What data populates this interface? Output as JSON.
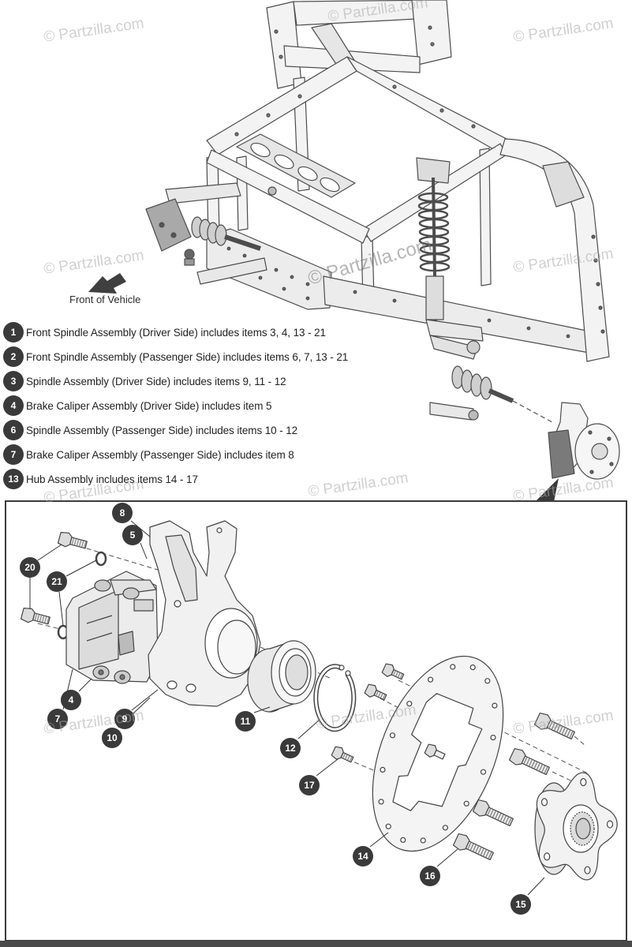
{
  "watermark": "© Partzilla.com",
  "orientation_label": "Front of Vehicle",
  "legend": [
    {
      "num": "1",
      "text": "Front Spindle Assembly (Driver Side) includes items 3, 4, 13 - 21"
    },
    {
      "num": "2",
      "text": "Front Spindle Assembly (Passenger Side) includes items 6, 7, 13 - 21"
    },
    {
      "num": "3",
      "text": "Spindle Assembly (Driver Side) includes items 9, 11 - 12"
    },
    {
      "num": "4",
      "text": "Brake Caliper Assembly (Driver Side) includes item 5"
    },
    {
      "num": "6",
      "text": "Spindle Assembly (Passenger Side) includes items 10 - 12"
    },
    {
      "num": "7",
      "text": "Brake Caliper Assembly (Passenger Side) includes item 8"
    },
    {
      "num": "13",
      "text": "Hub Assembly includes items 14 - 17"
    }
  ],
  "callouts": [
    "8",
    "5",
    "20",
    "21",
    "4",
    "7",
    "9",
    "10",
    "11",
    "12",
    "17",
    "14",
    "16",
    "15"
  ],
  "colors": {
    "ink": "#3a3a3a",
    "line_art": "#4d4d4d",
    "watermark": "#c8c8c8"
  }
}
